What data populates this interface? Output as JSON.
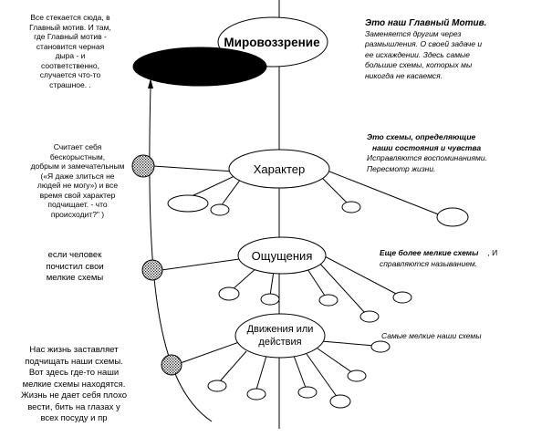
{
  "nodes": {
    "worldview": "Мировоззрение",
    "character": "Характер",
    "sensations": "Ощущения",
    "movements_line1": "Движения или",
    "movements_line2": "действия"
  },
  "left": {
    "t1": [
      "Все стекается сюда, в",
      "Главный мотив. И там,",
      "где Главный мотив -",
      "становится черная",
      "дыра - и",
      "соответственно,",
      "случается что-то",
      "страшное. ."
    ],
    "t2": [
      "Считает себя",
      "бескорыстным,",
      "добрым и замечательным",
      "(«Я даже злиться не",
      "людей не могу») и все",
      "время свой характер",
      "подчищает. - что",
      "происходит?\" )"
    ],
    "t3": [
      "если человек",
      "почистил свои",
      "мелкие схемы"
    ],
    "t4": [
      "Нас жизнь заставляет",
      "подчищать наши схемы.",
      "Вот здесь где-то наши",
      "мелкие схемы находятся.",
      "Жизнь не дает себя плохо",
      "вести, бить на глазах у",
      "всех посуду и пр"
    ]
  },
  "right": {
    "r1_title": "Это наш  Главный Мотив.",
    "r1_body": [
      "Заменяется другим через",
      "размышления. О своей задаче и",
      "ее исхаждении. Здесь самые",
      "большие схемы, которых мы",
      "никогда не касаемся."
    ],
    "r2_title": [
      "Это схемы, определяющие",
      "наши состояния и чувства"
    ],
    "r2_body": [
      "Исправляются воспоминаниями.",
      "Пересмотр жизни."
    ],
    "r3_title": "Еще более мелкие схемы",
    "r3_tail": ", И",
    "r3_body": "справляются называнием.",
    "r4": "Самые мелкие наши схемы"
  }
}
